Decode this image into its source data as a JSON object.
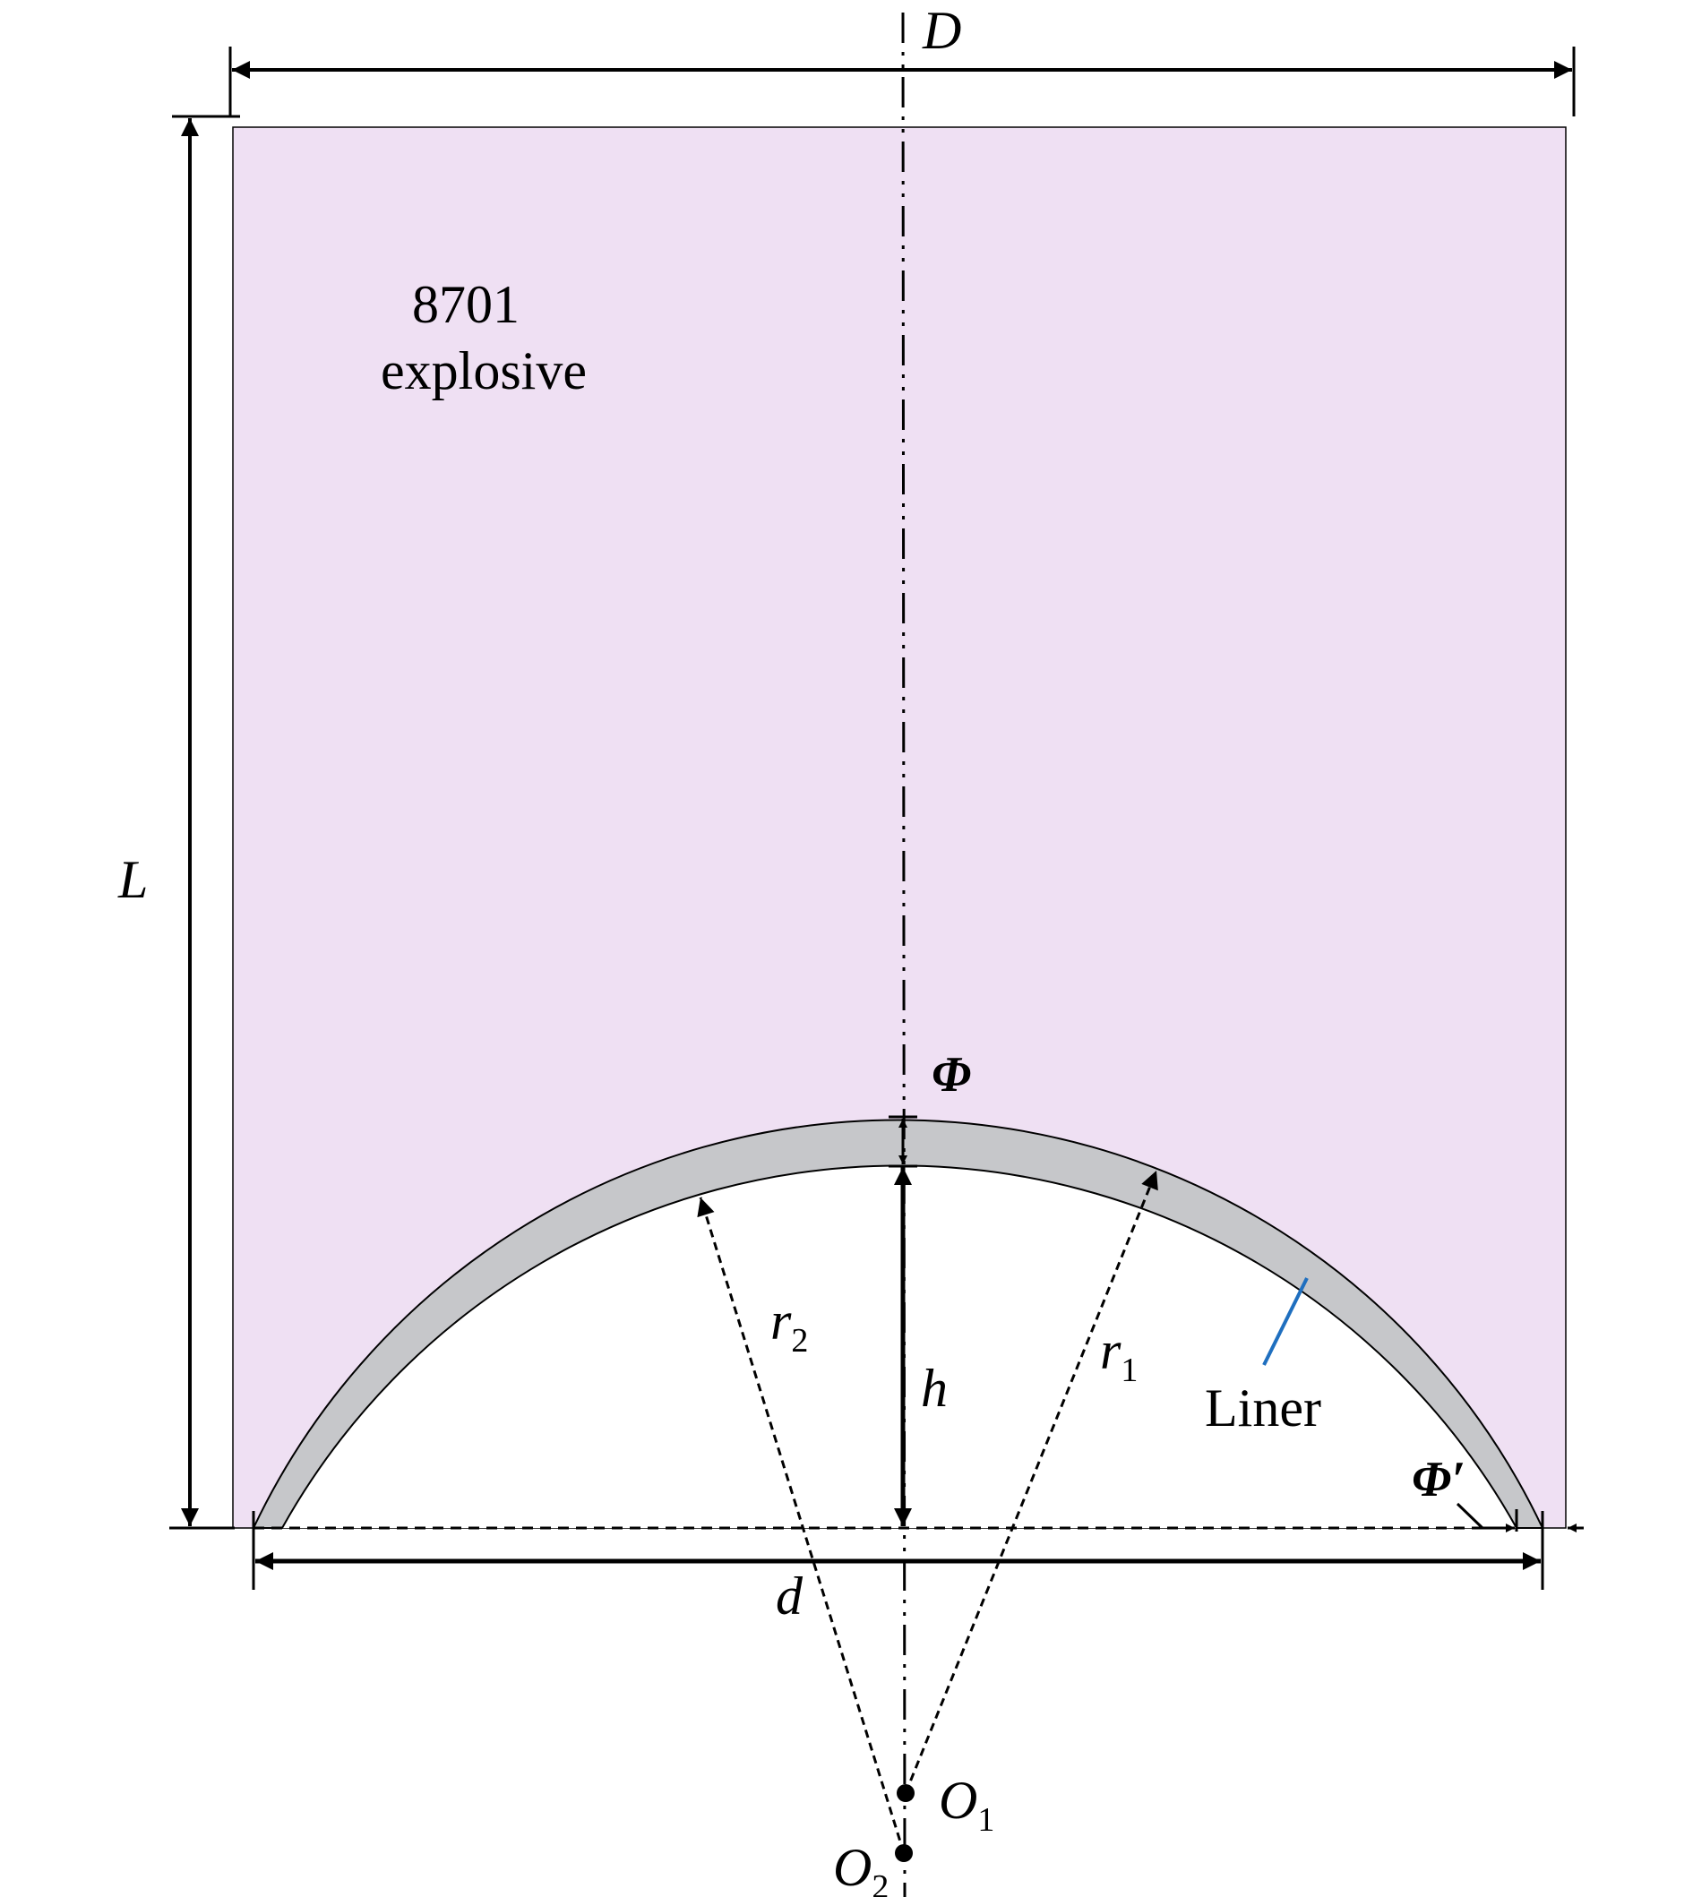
{
  "labels": {
    "explosive_line1": "8701",
    "explosive_line2": "explosive",
    "D": "D",
    "L": "L",
    "phi": "Φ",
    "phi_prime": "Φ′",
    "h": "h",
    "d": "d",
    "r1": "r",
    "r1_sub": "1",
    "r2": "r",
    "r2_sub": "2",
    "O1": "O",
    "O1_sub": "1",
    "O2": "O",
    "O2_sub": "2",
    "liner": "Liner"
  },
  "colors": {
    "explosive_fill": "#efe0f3",
    "liner_fill": "#c6c7ca",
    "leader_blue": "#1f6fbf"
  }
}
